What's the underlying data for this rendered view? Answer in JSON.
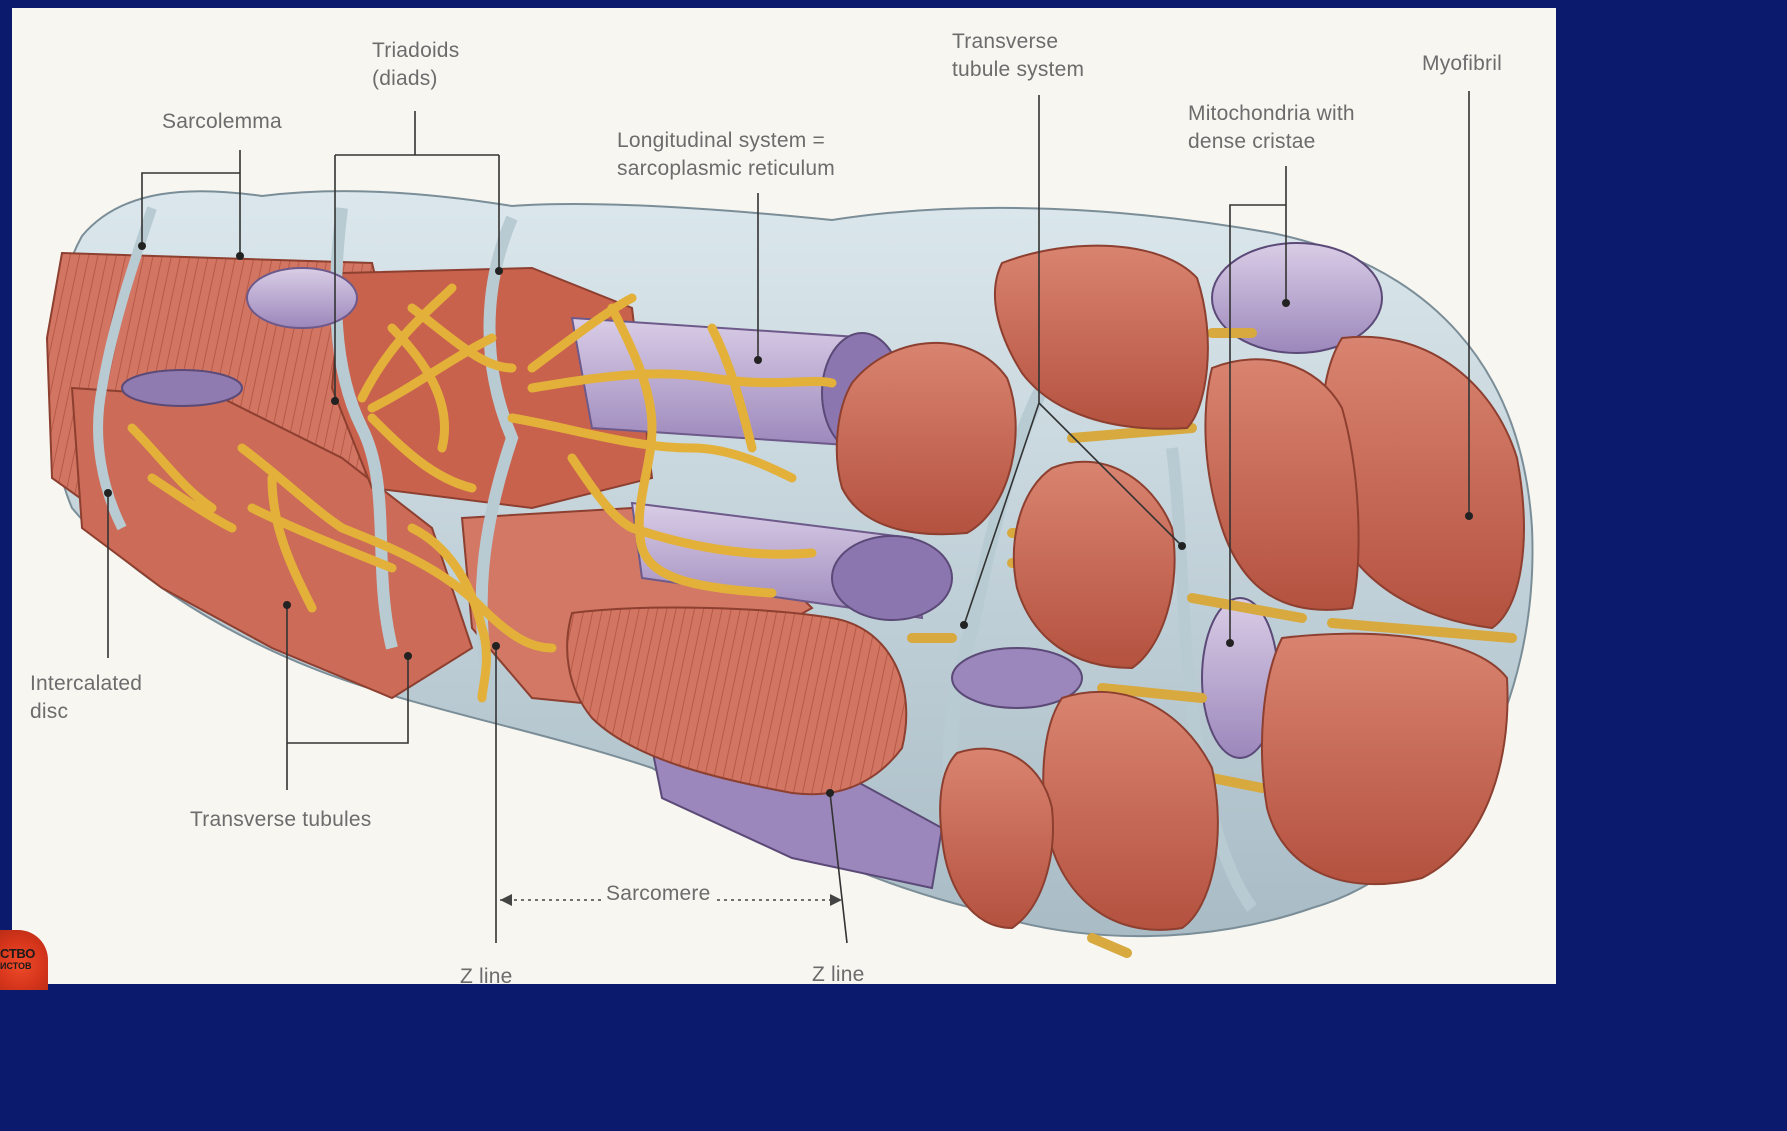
{
  "labels": {
    "triadoids": [
      "Triadoids",
      "(diads)"
    ],
    "sarcolemma": "Sarcolemma",
    "longitudinal": [
      "Longitudinal system =",
      "sarcoplasmic reticulum"
    ],
    "transverse_system": [
      "Transverse",
      "tubule system"
    ],
    "mitochondria": [
      "Mitochondria with",
      "dense cristae"
    ],
    "myofibril": "Myofibril",
    "intercalated": [
      "Intercalated",
      "disc"
    ],
    "transverse_tubules": "Transverse tubules",
    "sarcomere": "Sarcomere",
    "z_line_left": "Z line",
    "z_line_right": "Z line"
  },
  "logo": {
    "line1": "CTBO",
    "line2": "ИСТОВ"
  },
  "colors": {
    "background": "#0c1a6e",
    "panel": "#f7f6f1",
    "myofibril": "#cf6a55",
    "sarcolemma": "#c4d3db",
    "sarcoplasmic_reticulum": "#e6b63b",
    "mitochondria": "#a893c2",
    "leader_line": "#333333"
  }
}
